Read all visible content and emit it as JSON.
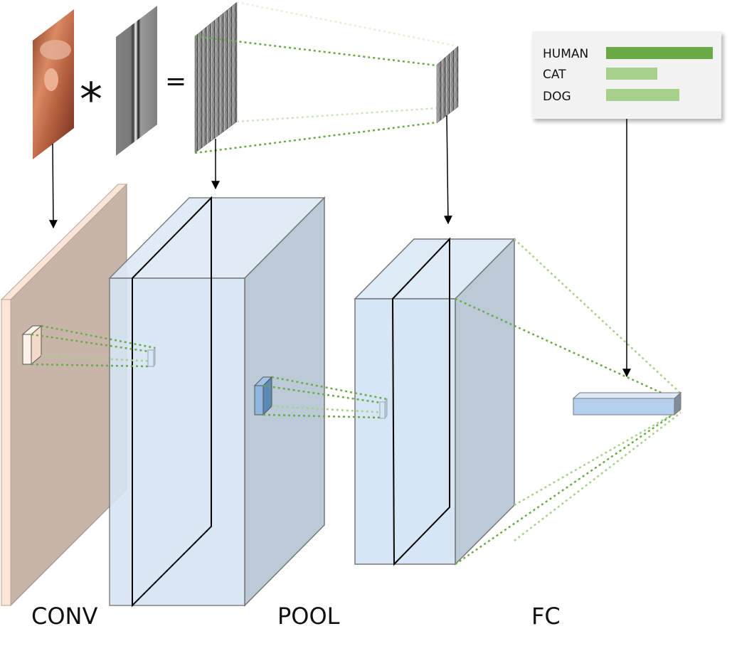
{
  "operators": {
    "convolve": "*",
    "equals": "="
  },
  "classification": {
    "items": [
      {
        "label": "HUMAN",
        "score": 1.0
      },
      {
        "label": "CAT",
        "score": 0.48
      },
      {
        "label": "DOG",
        "score": 0.69
      }
    ],
    "colors": {
      "top": "#6aaa46",
      "other": "#a8d08d",
      "panel": "#f2f2f2"
    }
  },
  "layer_labels": {
    "conv": "CONV",
    "pool": "POOL",
    "fc": "FC"
  },
  "colors": {
    "conv_front": "#c8b5a9",
    "conv_side": "#fbe5d6",
    "block_front": "#d6e6f4",
    "block_top": "#deeaf6",
    "block_side": "#bcc9d6",
    "dotted_dark": "#6aaa46",
    "dotted_light": "#a8d08d"
  },
  "icons": {
    "input_image": "portrait-photo-icon",
    "filter": "gabor-filter-icon",
    "feature_map": "feature-map-icon"
  }
}
